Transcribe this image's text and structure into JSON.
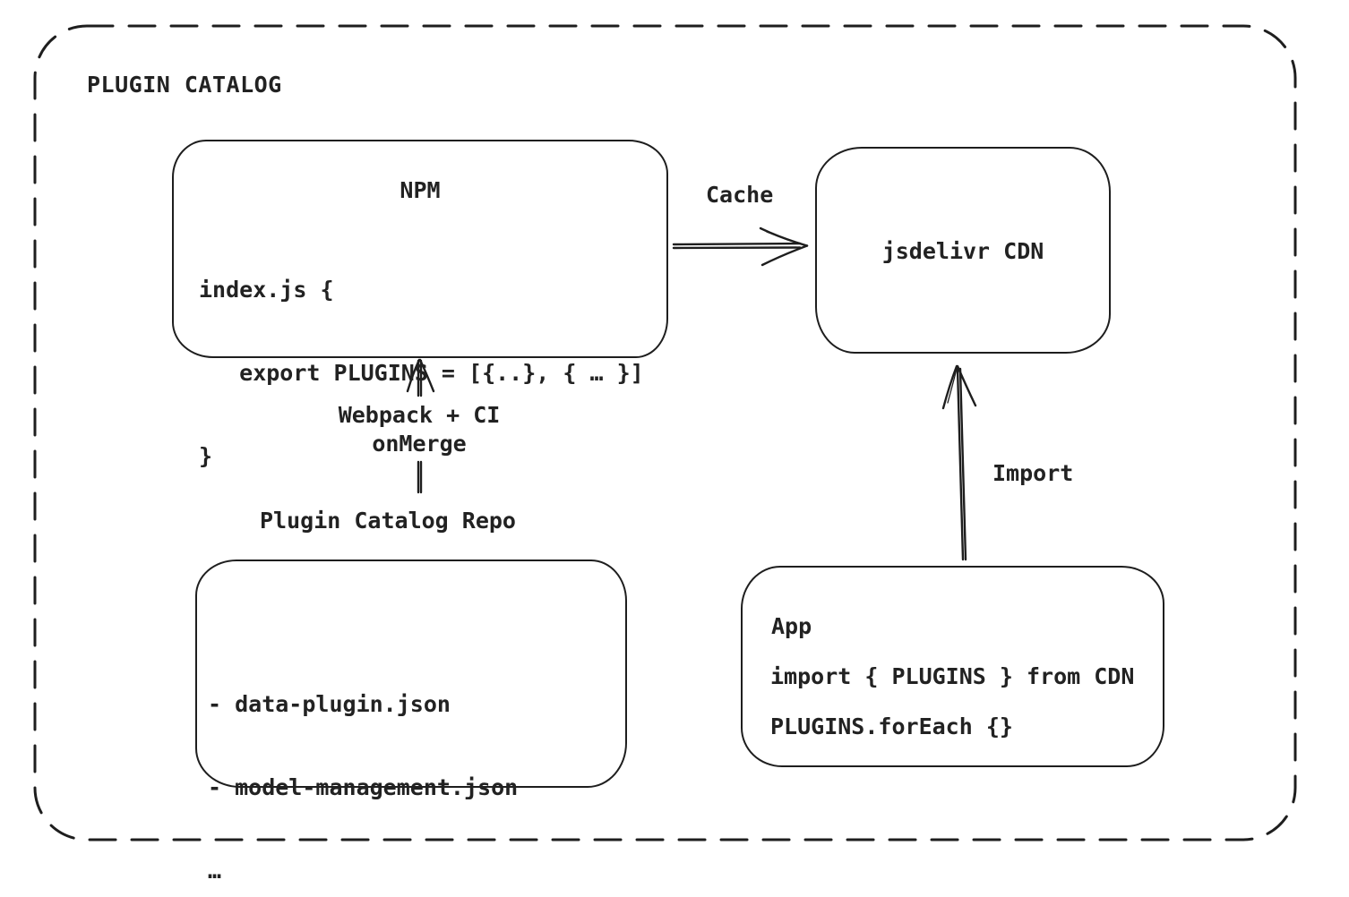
{
  "colors": {
    "stroke": "#1e1e1e",
    "text": "#222222",
    "background": "#ffffff"
  },
  "frame": {
    "title": "PLUGIN CATALOG"
  },
  "nodes": {
    "npm": {
      "title": "NPM",
      "code": [
        "index.js {",
        "   export PLUGINS = [{..}, { … }]",
        "}"
      ]
    },
    "cdn": {
      "title": "jsdelivr CDN"
    },
    "repo": {
      "title": "Plugin Catalog Repo",
      "files": [
        "- data-plugin.json",
        "- model-management.json",
        "…"
      ]
    },
    "app": {
      "title": "App",
      "code": [
        "import { PLUGINS } from CDN",
        "PLUGINS.forEach {}"
      ]
    }
  },
  "edges": {
    "cache": {
      "label": "Cache",
      "from": "NPM",
      "to": "jsdelivr CDN"
    },
    "build": {
      "label": [
        "Webpack + CI",
        "onMerge"
      ],
      "from": "Plugin Catalog Repo",
      "to": "NPM"
    },
    "import_edge": {
      "label": "Import",
      "from": "App",
      "to": "jsdelivr CDN"
    }
  }
}
